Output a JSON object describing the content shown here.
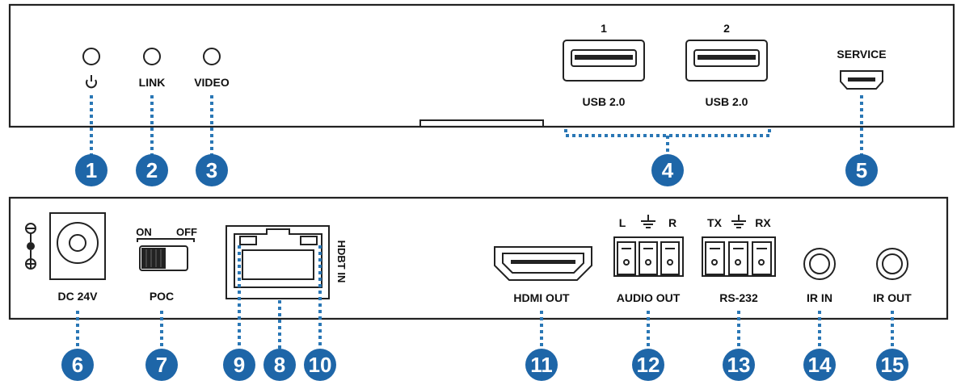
{
  "front_panel": {
    "leds": [
      {
        "name": "power",
        "label": "",
        "icon": "power-icon"
      },
      {
        "name": "link",
        "label": "LINK"
      },
      {
        "name": "video",
        "label": "VIDEO"
      }
    ],
    "usb_ports": [
      {
        "number": "1",
        "label": "USB 2.0"
      },
      {
        "number": "2",
        "label": "USB 2.0"
      }
    ],
    "service_label": "SERVICE"
  },
  "rear_panel": {
    "dc_label": "DC 24V",
    "poc_switch": {
      "on_label": "ON",
      "off_label": "OFF",
      "label": "POC"
    },
    "hdbt_label": "HDBT IN",
    "hdmi_label": "HDMI OUT",
    "audio": {
      "label": "AUDIO OUT",
      "left": "L",
      "right": "R"
    },
    "rs232": {
      "label": "RS-232",
      "tx": "TX",
      "rx": "RX"
    },
    "ir_in_label": "IR IN",
    "ir_out_label": "IR OUT"
  },
  "callouts": [
    "1",
    "2",
    "3",
    "4",
    "5",
    "6",
    "7",
    "8",
    "9",
    "10",
    "11",
    "12",
    "13",
    "14",
    "15"
  ],
  "colors": {
    "callout_blue": "#1e66a8",
    "leader_blue": "#2a77b5",
    "outline": "#222222"
  }
}
